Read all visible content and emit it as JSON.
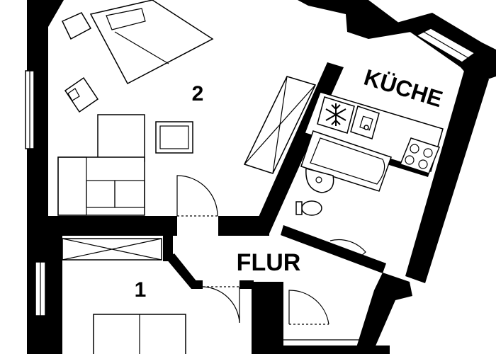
{
  "rooms": {
    "room_2": "2",
    "kitchen": "KÜCHE",
    "hallway": "FLUR",
    "room_1": "1"
  },
  "colors": {
    "wall": "#000000",
    "background": "#ffffff"
  },
  "icons": {
    "freezer": "snowflake-icon"
  }
}
